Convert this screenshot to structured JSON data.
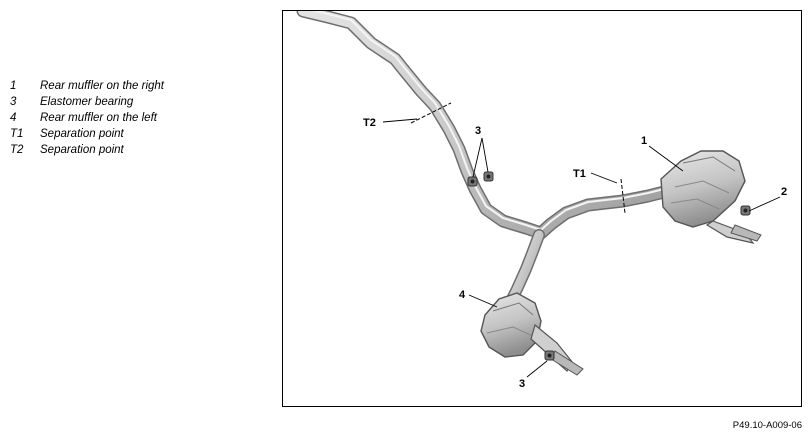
{
  "legend": {
    "items": [
      {
        "key": "1",
        "text": "Rear muffler on the right"
      },
      {
        "key": "3",
        "text": "Elastomer bearing"
      },
      {
        "key": "4",
        "text": "Rear muffler on the left"
      },
      {
        "key": "T1",
        "text": "Separation point"
      },
      {
        "key": "T2",
        "text": "Separation point"
      }
    ]
  },
  "diagram": {
    "callouts": {
      "c1": "1",
      "c2": "2",
      "c3_top": "3",
      "c3_bottom": "3",
      "c4": "4",
      "t1": "T1",
      "t2": "T2"
    }
  },
  "figure_id": "P49.10-A009-06"
}
